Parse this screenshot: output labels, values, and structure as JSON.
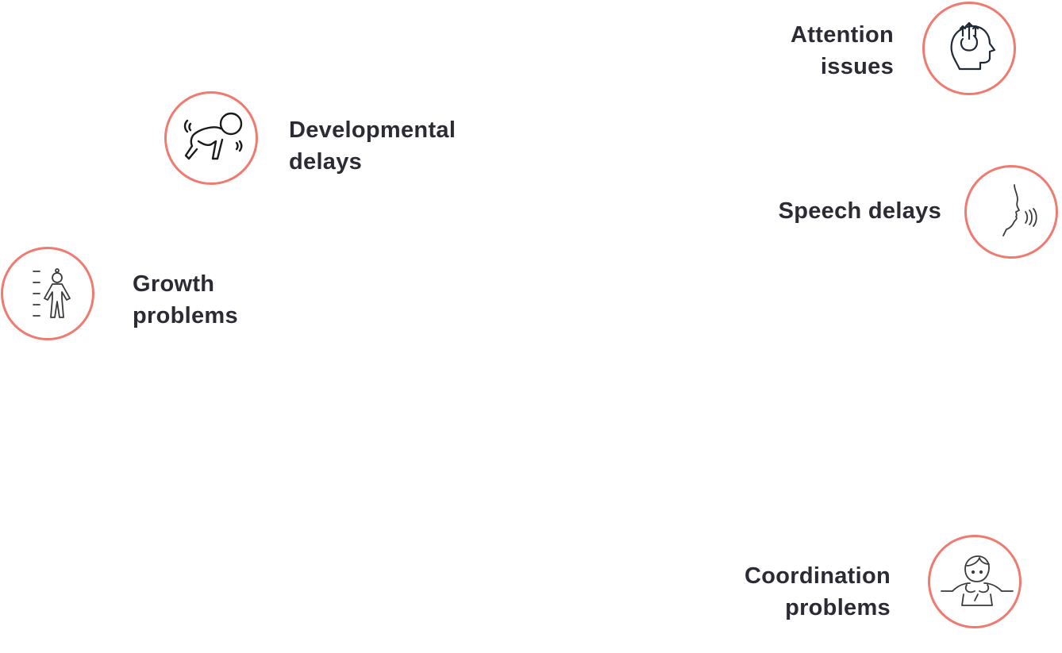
{
  "accent_color": "#ef7a70",
  "text_color": "#2b2b33",
  "items": [
    {
      "icon": "brain-head-icon",
      "line1": "Attention",
      "line2": "issues"
    },
    {
      "icon": "crawling-baby-icon",
      "line1": "Developmental",
      "line2": "delays"
    },
    {
      "icon": "speaking-face-icon",
      "line1": "Speech delays",
      "line2": ""
    },
    {
      "icon": "child-height-icon",
      "line1": "Growth",
      "line2": "problems"
    },
    {
      "icon": "child-balance-icon",
      "line1": "Coordination",
      "line2": "problems"
    }
  ]
}
